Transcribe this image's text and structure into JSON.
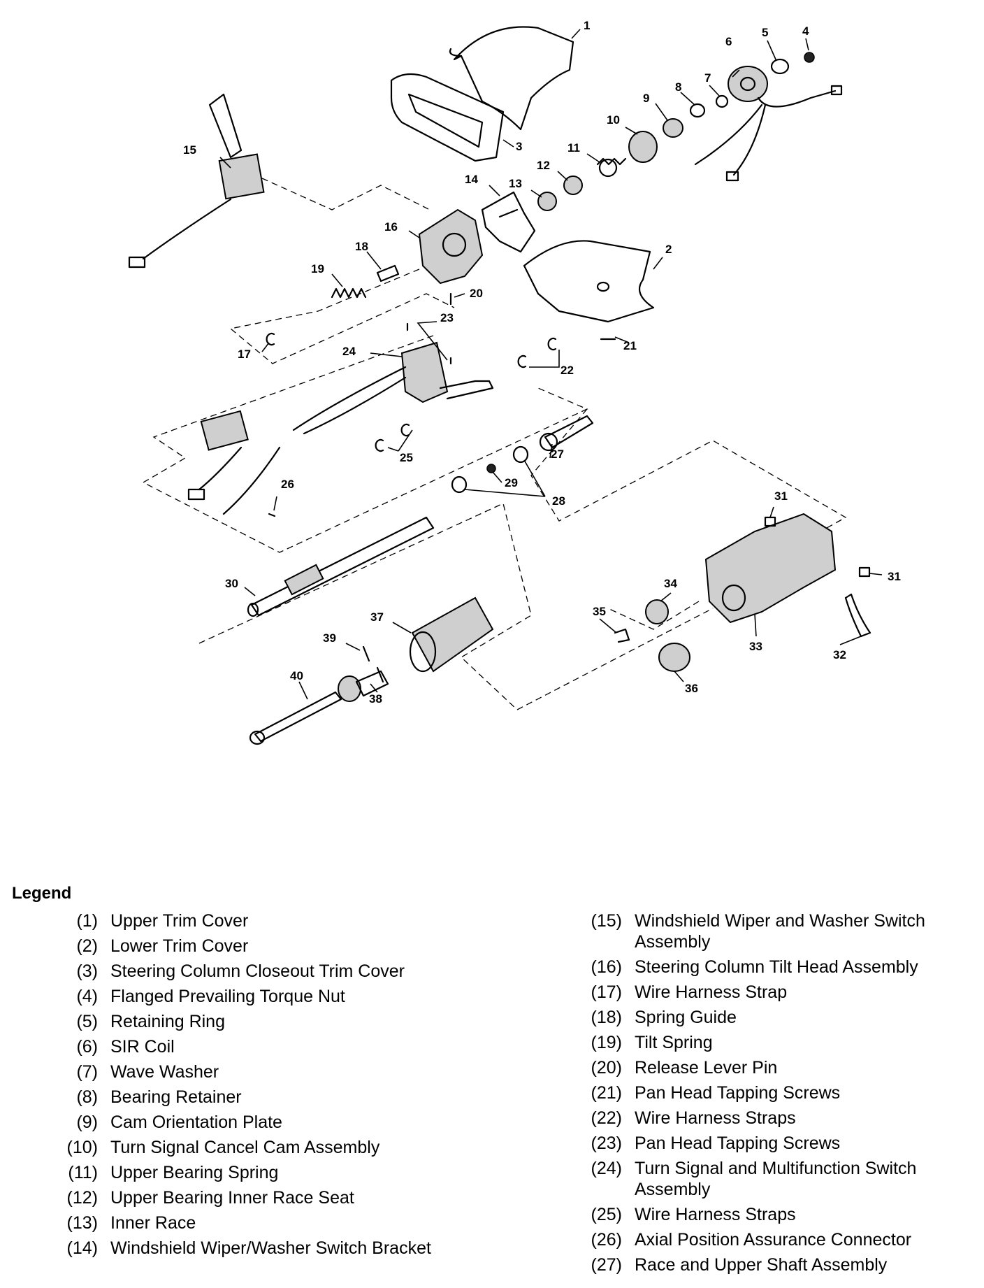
{
  "diagram": {
    "callouts": [
      "1",
      "2",
      "3",
      "4",
      "5",
      "6",
      "7",
      "8",
      "9",
      "10",
      "11",
      "12",
      "13",
      "14",
      "15",
      "16",
      "17",
      "18",
      "19",
      "20",
      "21",
      "22",
      "23",
      "24",
      "25",
      "26",
      "27",
      "28",
      "29",
      "30",
      "31",
      "31",
      "32",
      "33",
      "34",
      "35",
      "36",
      "37",
      "38",
      "39",
      "40"
    ]
  },
  "legend": {
    "title": "Legend",
    "left": [
      {
        "num": "(1)",
        "text": "Upper Trim Cover"
      },
      {
        "num": "(2)",
        "text": "Lower Trim Cover"
      },
      {
        "num": "(3)",
        "text": "Steering Column Closeout Trim Cover"
      },
      {
        "num": "(4)",
        "text": "Flanged Prevailing Torque Nut"
      },
      {
        "num": "(5)",
        "text": "Retaining Ring"
      },
      {
        "num": "(6)",
        "text": "SIR Coil"
      },
      {
        "num": "(7)",
        "text": "Wave Washer"
      },
      {
        "num": "(8)",
        "text": "Bearing Retainer"
      },
      {
        "num": "(9)",
        "text": "Cam Orientation Plate"
      },
      {
        "num": "(10)",
        "text": "Turn Signal Cancel Cam Assembly"
      },
      {
        "num": "(11)",
        "text": "Upper Bearing Spring"
      },
      {
        "num": "(12)",
        "text": "Upper Bearing Inner Race Seat"
      },
      {
        "num": "(13)",
        "text": "Inner Race"
      },
      {
        "num": "(14)",
        "text": "Windshield Wiper/Washer Switch Bracket"
      }
    ],
    "right": [
      {
        "num": "(15)",
        "text": "Windshield Wiper and Washer Switch Assembly"
      },
      {
        "num": "(16)",
        "text": "Steering Column Tilt Head Assembly"
      },
      {
        "num": "(17)",
        "text": "Wire Harness Strap"
      },
      {
        "num": "(18)",
        "text": "Spring Guide"
      },
      {
        "num": "(19)",
        "text": "Tilt Spring"
      },
      {
        "num": "(20)",
        "text": "Release Lever Pin"
      },
      {
        "num": "(21)",
        "text": "Pan Head Tapping Screws"
      },
      {
        "num": "(22)",
        "text": "Wire Harness Straps"
      },
      {
        "num": "(23)",
        "text": "Pan Head Tapping Screws"
      },
      {
        "num": "(24)",
        "text": "Turn Signal and Multifunction Switch Assembly"
      },
      {
        "num": "(25)",
        "text": "Wire Harness Straps"
      },
      {
        "num": "(26)",
        "text": "Axial Position Assurance Connector"
      },
      {
        "num": "(27)",
        "text": "Race and Upper Shaft Assembly"
      }
    ]
  }
}
